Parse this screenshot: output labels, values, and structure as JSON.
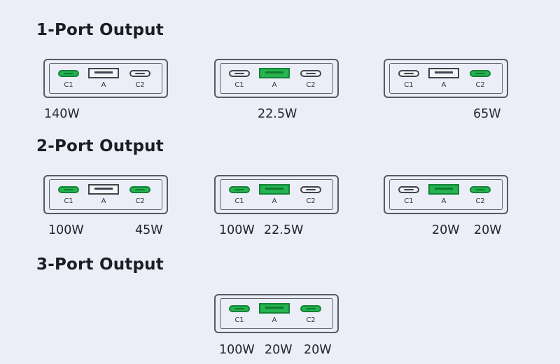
{
  "sections": [
    {
      "title": "1-Port Output",
      "configs": [
        {
          "ports": {
            "c1": true,
            "a": false,
            "c2": false
          },
          "watts": [
            "140W"
          ]
        },
        {
          "ports": {
            "c1": false,
            "a": true,
            "c2": false
          },
          "watts": [
            "22.5W"
          ]
        },
        {
          "ports": {
            "c1": false,
            "a": false,
            "c2": true
          },
          "watts": [
            "65W"
          ]
        }
      ]
    },
    {
      "title": "2-Port Output",
      "configs": [
        {
          "ports": {
            "c1": true,
            "a": false,
            "c2": true
          },
          "watts": [
            "100W",
            "45W"
          ]
        },
        {
          "ports": {
            "c1": true,
            "a": true,
            "c2": false
          },
          "watts": [
            "100W",
            "22.5W"
          ]
        },
        {
          "ports": {
            "c1": false,
            "a": true,
            "c2": true
          },
          "watts": [
            "20W",
            "20W"
          ]
        }
      ]
    },
    {
      "title": "3-Port Output",
      "configs": [
        {
          "ports": {
            "c1": true,
            "a": true,
            "c2": true
          },
          "watts": [
            "100W",
            "20W",
            "20W"
          ]
        }
      ]
    }
  ],
  "port_labels": {
    "c1": "C1",
    "a": "A",
    "c2": "C2"
  },
  "colors": {
    "active_port": "#25b450",
    "inactive_port": "#f3f4f8",
    "outline": "#555a64"
  }
}
